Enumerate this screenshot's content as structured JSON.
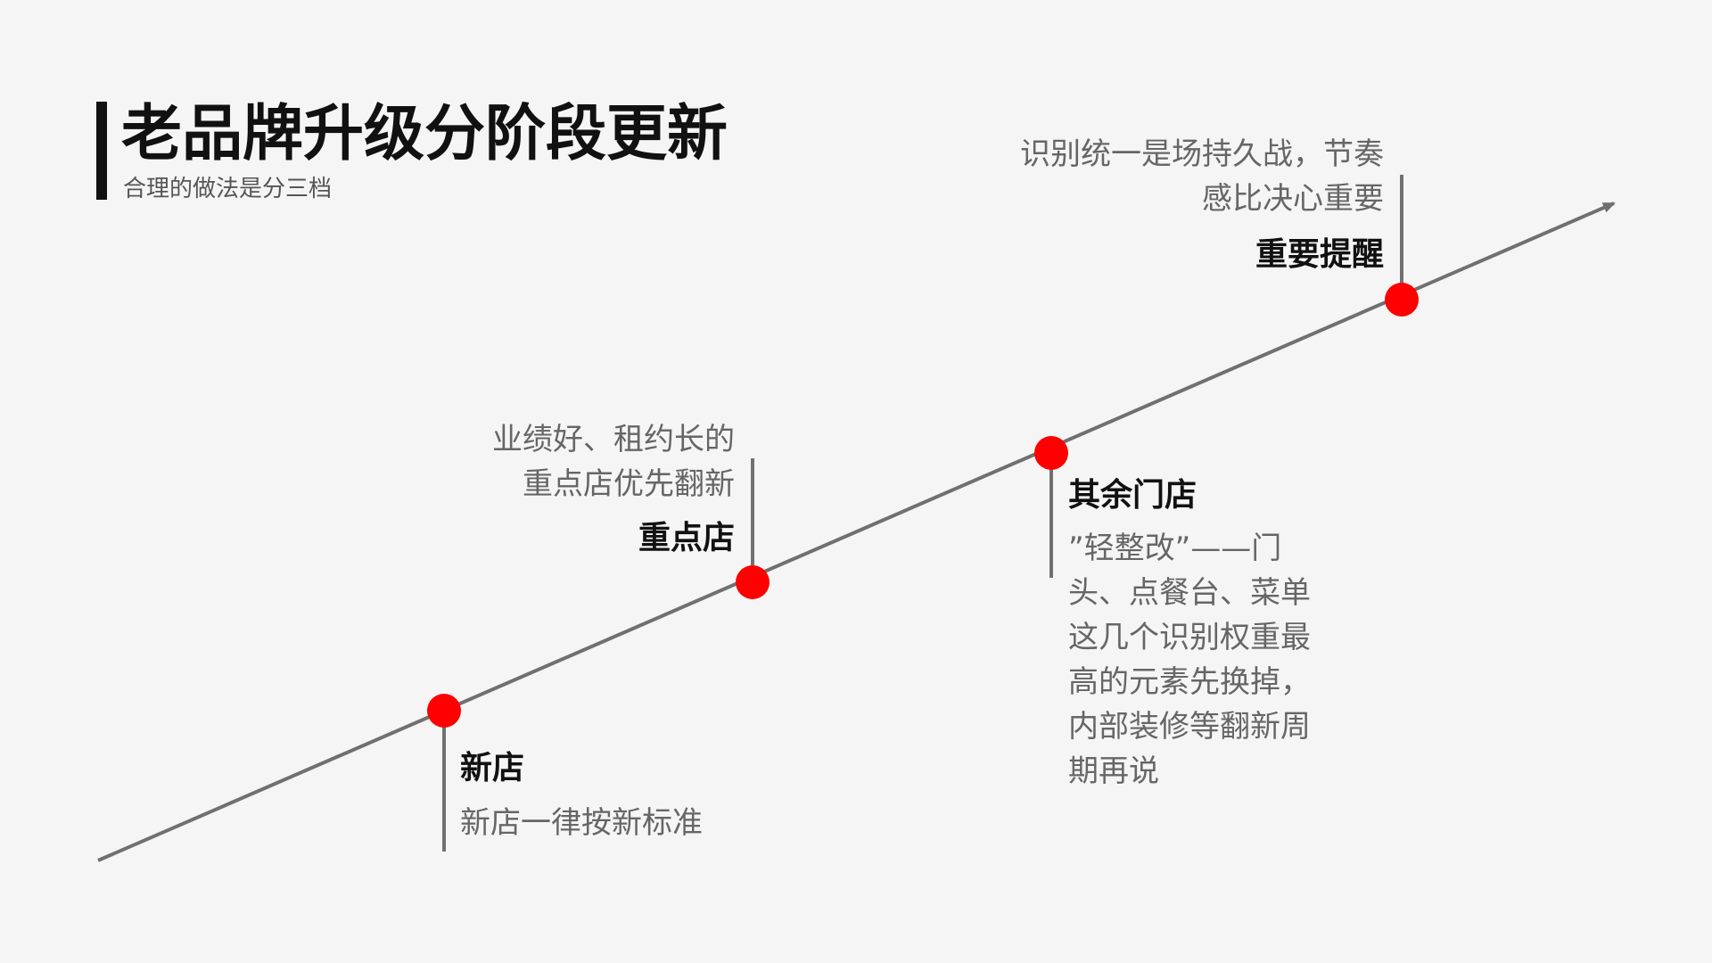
{
  "header": {
    "title": "老品牌升级分阶段更新",
    "subtitle": "合理的做法是分三档"
  },
  "colors": {
    "line": "#707070",
    "dot": "#ff0000",
    "title": "#111111",
    "desc": "#666666"
  },
  "milestones": [
    {
      "label": "新店",
      "description": "新店一律按新标准"
    },
    {
      "label": "重点店",
      "description_lines": [
        "业绩好、租约长的",
        "重点店优先翻新"
      ]
    },
    {
      "label": "其余门店",
      "description_lines": [
        "”轻整改”——门",
        "头、点餐台、菜单",
        "这几个识别权重最",
        "高的元素先换掉，",
        "内部装修等翻新周",
        "期再说"
      ]
    },
    {
      "label": "重要提醒",
      "description_lines": [
        "识别统一是场持久战，节奏",
        "感比决心重要"
      ]
    }
  ]
}
